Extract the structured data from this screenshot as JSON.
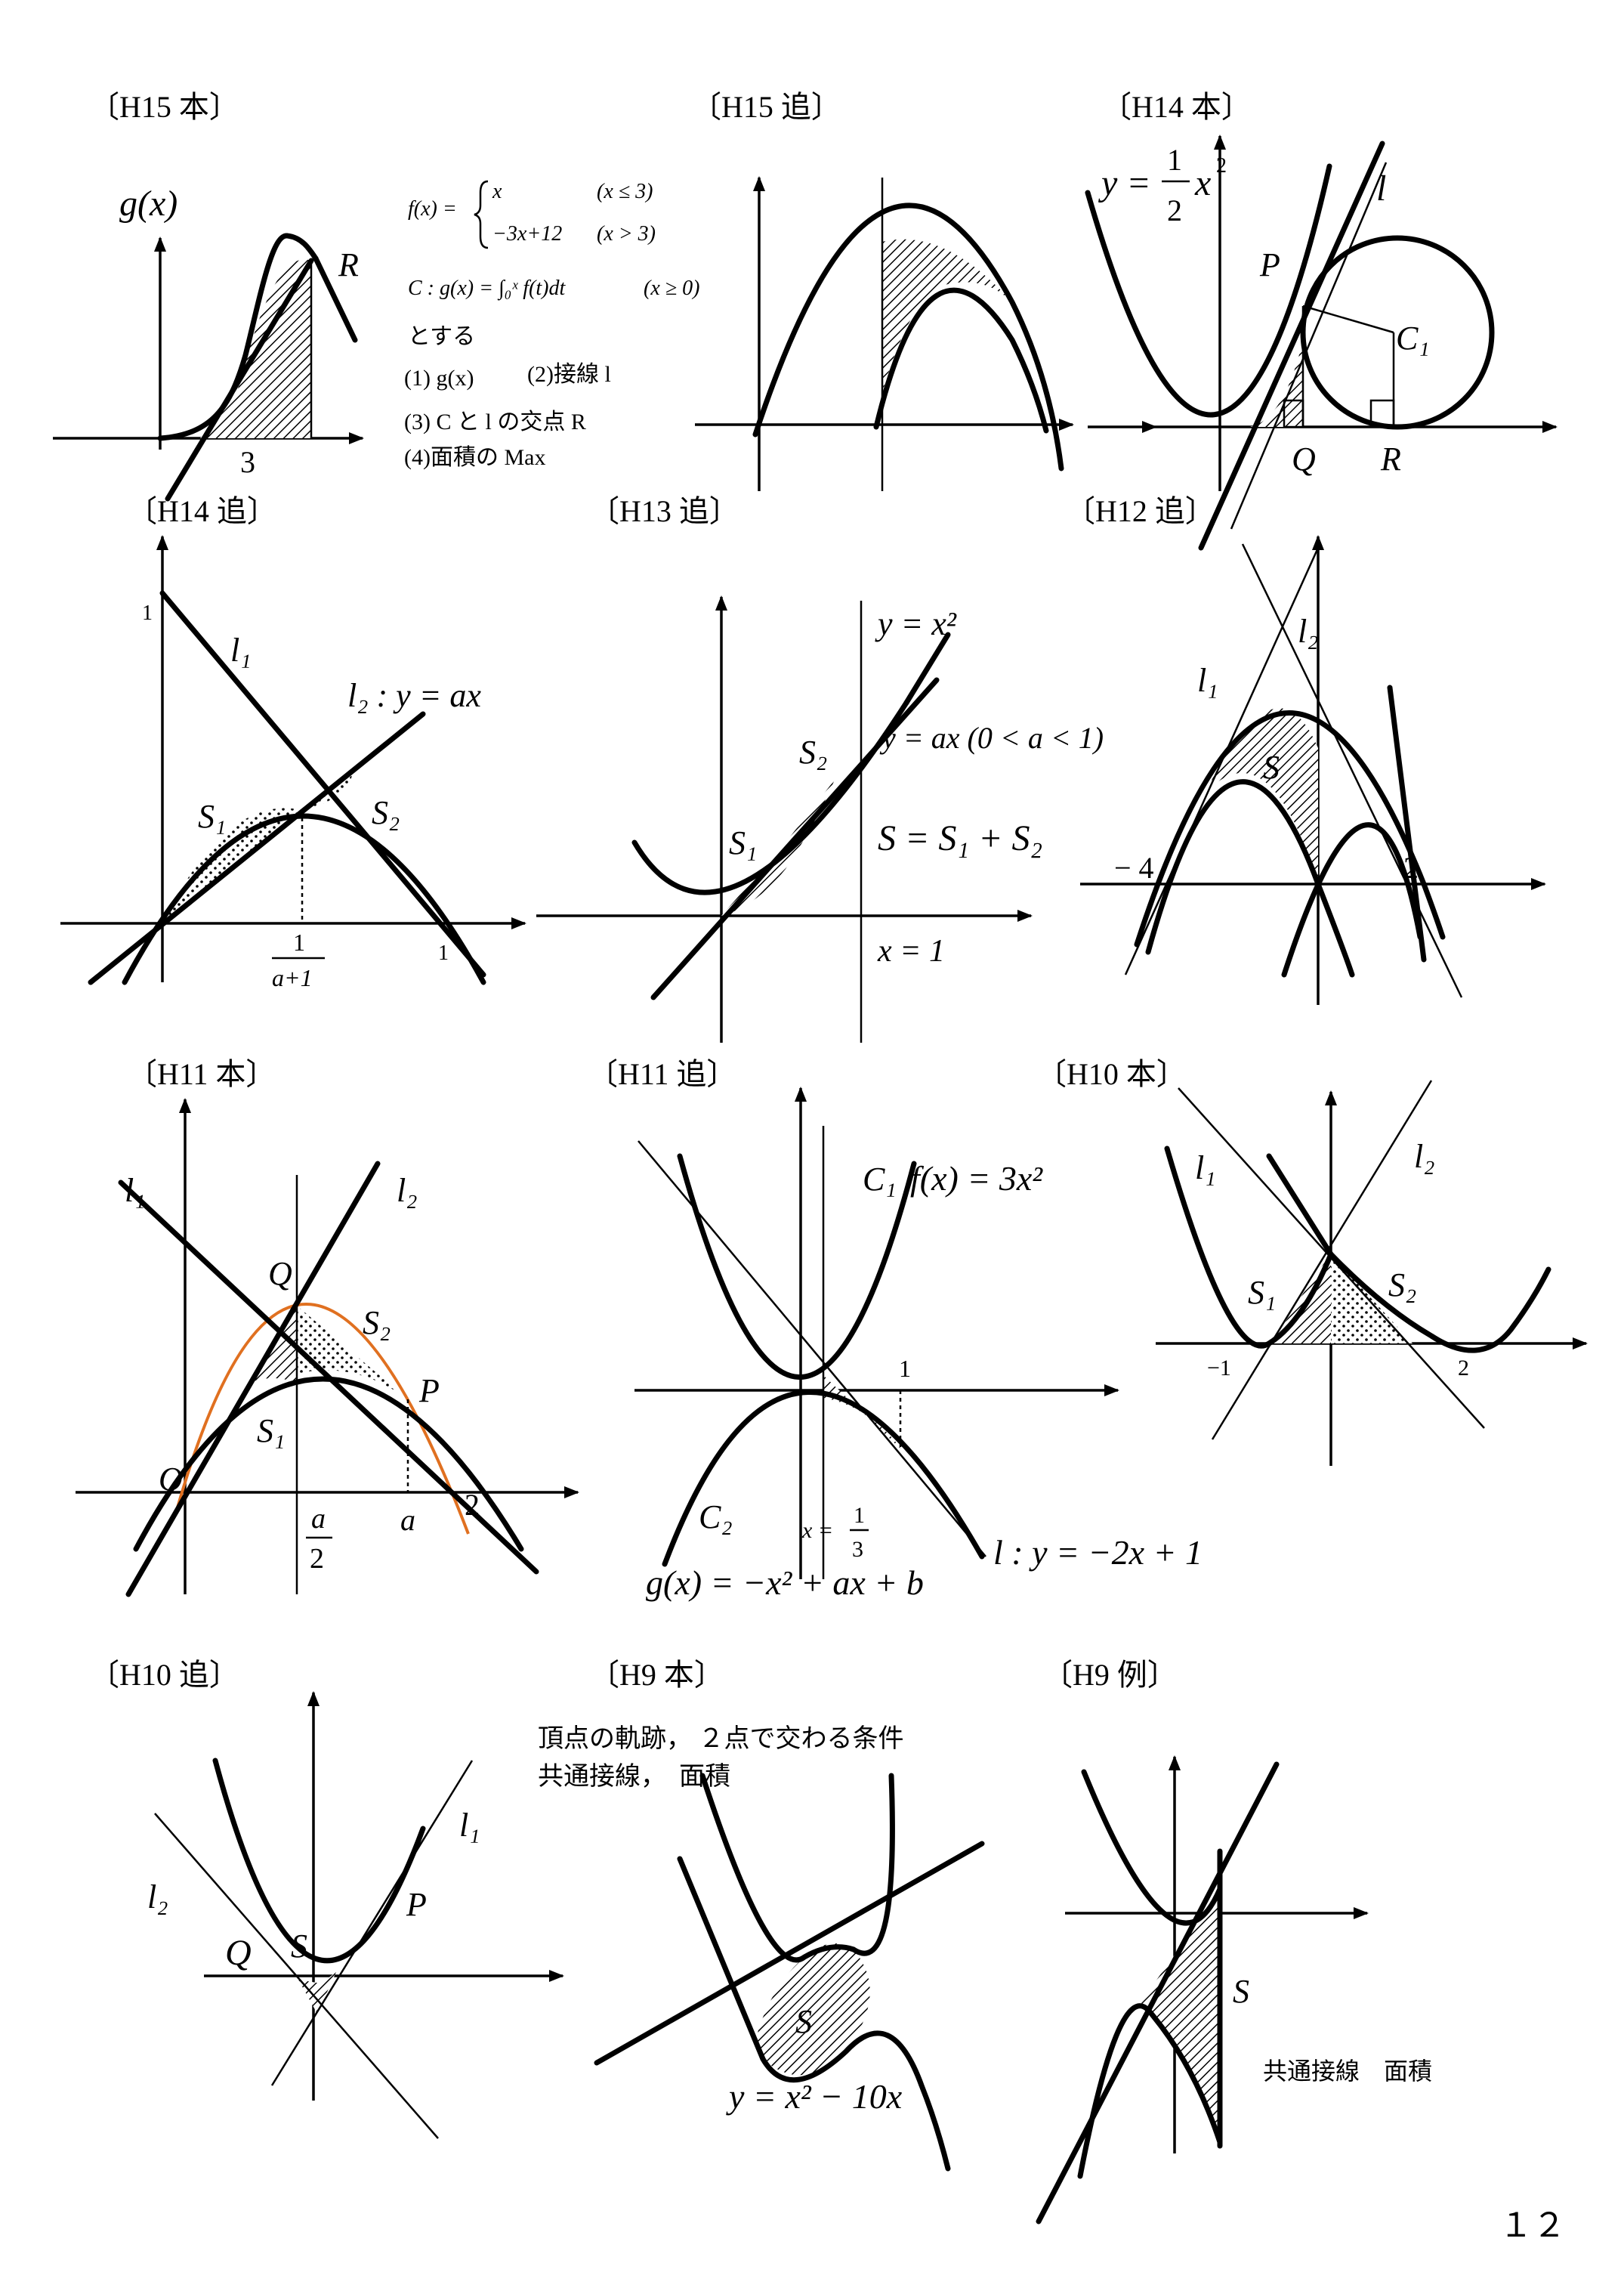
{
  "page_number": "１２",
  "panels": {
    "h15hon": {
      "title": "〔H15 本〕",
      "g_label": "g(x)",
      "R": "R",
      "tick3": "3",
      "fx_lhs": "f(x) =",
      "fx_case1": "x",
      "fx_cond1": "(x ≤ 3)",
      "fx_case2": "−3x+12",
      "fx_cond2": "(x > 3)",
      "C_def": "C : g(x) = ∫₀ˣ f(t)dt",
      "C_cond": "(x ≥ 0)",
      "tosuru": "とする",
      "item1": "(1) g(x)",
      "item2": "(2)接線 l",
      "item3": "(3) C と l の交点 R",
      "item4": "(4)面積の Max"
    },
    "h15tsui": {
      "title": "〔H15 追〕"
    },
    "h14hon": {
      "title": "〔H14 本〕",
      "eq_y": "y =",
      "eq_num": "1",
      "eq_den": "2",
      "eq_x": "x",
      "eq_sup": "2",
      "l": "l",
      "P": "P",
      "C1": "C₁",
      "Q": "Q",
      "R": "R"
    },
    "h14tsui": {
      "title": "〔H14 追〕",
      "one_y": "1",
      "l1": "l₁",
      "l2eq": "l₂ : y = ax",
      "S1": "S₁",
      "S2": "S₂",
      "frac_num": "1",
      "frac_den": "a+1",
      "one_x": "1"
    },
    "h13tsui": {
      "title": "〔H13 追〕",
      "eq1": "y = x²",
      "S2": "S₂",
      "eq2": "y = ax (0 < a < 1)",
      "S1": "S₁",
      "sum": "S = S₁ + S₂",
      "x1": "x = 1"
    },
    "h12tsui": {
      "title": "〔H12 追〕",
      "l2": "l₂",
      "l1": "l₁",
      "S": "S",
      "m4": "− 4",
      "two": "2"
    },
    "h11hon": {
      "title": "〔H11 本〕",
      "l1": "l₁",
      "l2": "l₂",
      "Q": "Q",
      "S2": "S₂",
      "P": "P",
      "S1": "S₁",
      "O": "O",
      "a_num": "a",
      "a_den": "2",
      "a": "a",
      "two": "2"
    },
    "h11tsui": {
      "title": "〔H11 追〕",
      "C1": "C₁",
      "f_eq": "f(x) = 3x²",
      "one": "1",
      "C2": "C₂",
      "x_eq": "x =",
      "x_num": "1",
      "x_den": "3",
      "l_eq": "l : y = −2x + 1",
      "g_eq": "g(x) = −x² + ax + b"
    },
    "h10hon": {
      "title": "〔H10 本〕",
      "l1": "l₁",
      "l2": "l₂",
      "S1": "S₁",
      "S2": "S₂",
      "m1": "−1",
      "two": "2"
    },
    "h10tsui": {
      "title": "〔H10 追〕",
      "l1": "l₁",
      "l2": "l₂",
      "P": "P",
      "Q": "Q",
      "S": "S"
    },
    "h9hon": {
      "title": "〔H9 本〕",
      "note1": "頂点の軌跡， ２点で交わる条件",
      "note2": "共通接線，　面積",
      "S": "S",
      "eq": "y = x² − 10x"
    },
    "h9rei": {
      "title": "〔H9 例〕",
      "S": "S",
      "note": "共通接線　面積"
    }
  },
  "colors": {
    "ink": "#000000",
    "orange_curve": "#e07020"
  }
}
